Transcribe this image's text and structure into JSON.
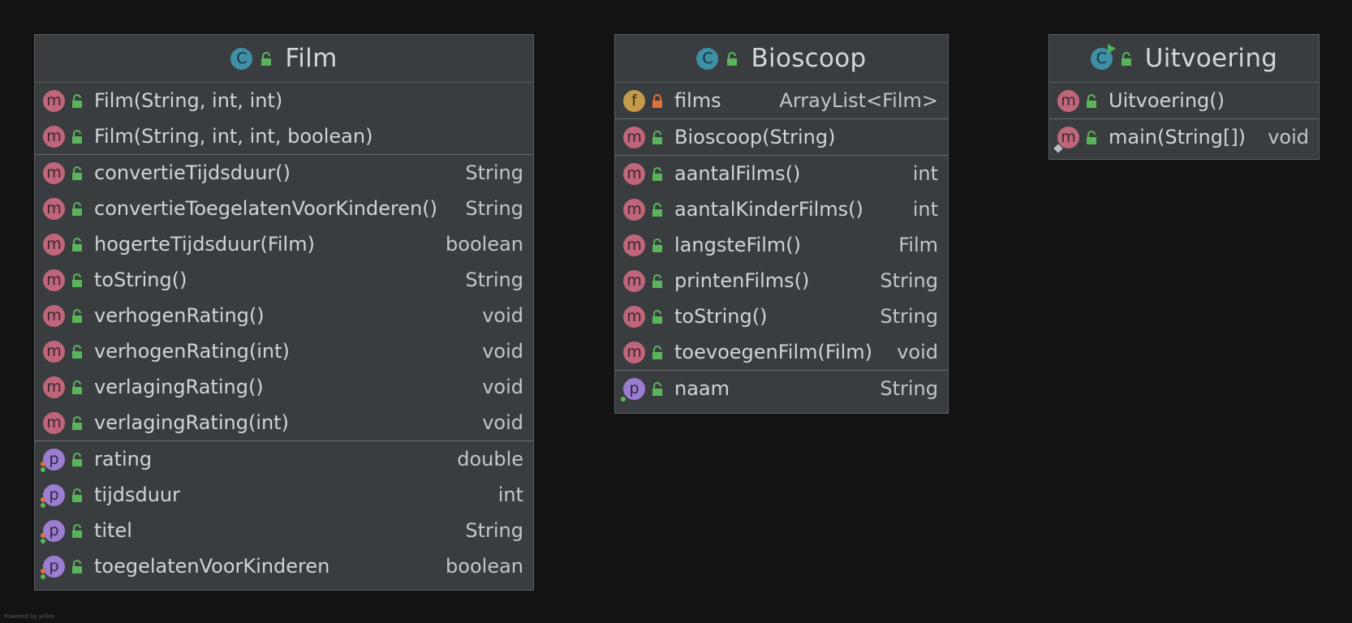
{
  "colors": {
    "background": "#131313",
    "card": "#3a3d40",
    "method_badge": "#c0667a",
    "property_badge": "#9b7ed1",
    "field_badge": "#c49a4b",
    "class_badge": "#3f8fa7",
    "public_lock": "#5ab55a",
    "private_lock": "#e0703a"
  },
  "classes": [
    {
      "name": "Film",
      "badge": "C",
      "sections": [
        {
          "kind": "constructors",
          "rows": [
            {
              "badge": "m",
              "name": "Film(String, int, int)",
              "type": "",
              "access": "public"
            },
            {
              "badge": "m",
              "name": "Film(String, int, int, boolean)",
              "type": "",
              "access": "public"
            }
          ]
        },
        {
          "kind": "methods",
          "rows": [
            {
              "badge": "m",
              "name": "convertieTijdsduur()",
              "type": "String",
              "access": "public"
            },
            {
              "badge": "m",
              "name": "convertieToegelatenVoorKinderen()",
              "type": "String",
              "access": "public"
            },
            {
              "badge": "m",
              "name": "hogerteTijdsduur(Film)",
              "type": "boolean",
              "access": "public"
            },
            {
              "badge": "m",
              "name": "toString()",
              "type": "String",
              "access": "public"
            },
            {
              "badge": "m",
              "name": "verhogenRating()",
              "type": "void",
              "access": "public"
            },
            {
              "badge": "m",
              "name": "verhogenRating(int)",
              "type": "void",
              "access": "public"
            },
            {
              "badge": "m",
              "name": "verlagingRating()",
              "type": "void",
              "access": "public"
            },
            {
              "badge": "m",
              "name": "verlagingRating(int)",
              "type": "void",
              "access": "public"
            }
          ]
        },
        {
          "kind": "properties",
          "rows": [
            {
              "badge": "p",
              "name": "rating",
              "type": "double",
              "access": "public",
              "marker": "getset"
            },
            {
              "badge": "p",
              "name": "tijdsduur",
              "type": "int",
              "access": "public",
              "marker": "getset"
            },
            {
              "badge": "p",
              "name": "titel",
              "type": "String",
              "access": "public",
              "marker": "getset"
            },
            {
              "badge": "p",
              "name": "toegelatenVoorKinderen",
              "type": "boolean",
              "access": "public",
              "marker": "getset"
            }
          ]
        }
      ]
    },
    {
      "name": "Bioscoop",
      "badge": "C",
      "sections": [
        {
          "kind": "fields",
          "rows": [
            {
              "badge": "f",
              "name": "films",
              "type": "ArrayList<Film>",
              "access": "private"
            }
          ]
        },
        {
          "kind": "constructors",
          "rows": [
            {
              "badge": "m",
              "name": "Bioscoop(String)",
              "type": "",
              "access": "public"
            }
          ]
        },
        {
          "kind": "methods",
          "rows": [
            {
              "badge": "m",
              "name": "aantalFilms()",
              "type": "int",
              "access": "public"
            },
            {
              "badge": "m",
              "name": "aantalKinderFilms()",
              "type": "int",
              "access": "public"
            },
            {
              "badge": "m",
              "name": "langsteFilm()",
              "type": "Film",
              "access": "public"
            },
            {
              "badge": "m",
              "name": "printenFilms()",
              "type": "String",
              "access": "public"
            },
            {
              "badge": "m",
              "name": "toString()",
              "type": "String",
              "access": "public"
            },
            {
              "badge": "m",
              "name": "toevoegenFilm(Film)",
              "type": "void",
              "access": "public"
            }
          ]
        },
        {
          "kind": "properties",
          "rows": [
            {
              "badge": "p",
              "name": "naam",
              "type": "String",
              "access": "public",
              "marker": "get"
            }
          ]
        }
      ]
    },
    {
      "name": "Uitvoering",
      "badge": "C",
      "runnable": true,
      "sections": [
        {
          "kind": "constructors",
          "rows": [
            {
              "badge": "m",
              "name": "Uitvoering()",
              "type": "",
              "access": "public"
            }
          ]
        },
        {
          "kind": "methods",
          "rows": [
            {
              "badge": "m",
              "name": "main(String[])",
              "type": "void",
              "access": "public",
              "marker": "static"
            }
          ]
        }
      ]
    }
  ],
  "watermark": "Powered by yFiles"
}
